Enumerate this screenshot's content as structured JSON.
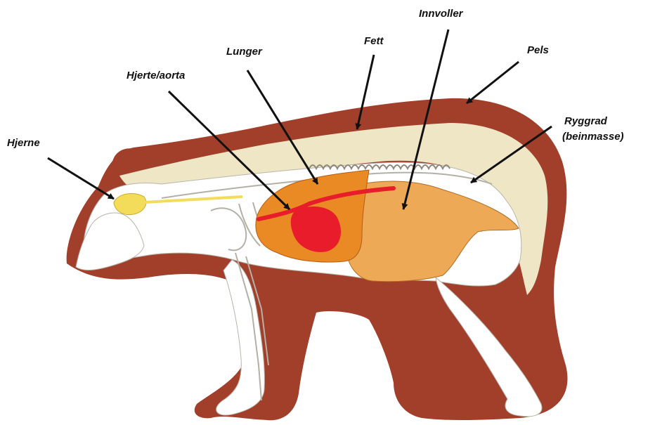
{
  "labels": {
    "hjerne": "Hjerne",
    "hjerte_aorta": "Hjerte/aorta",
    "lunger": "Lunger",
    "fett": "Fett",
    "innvoller": "Innvoller",
    "pels": "Pels",
    "ryggrad_line1": "Ryggrad",
    "ryggrad_line2": "(beinmasse)"
  },
  "colors": {
    "fur": "#a23f2b",
    "fat": "#efe6c6",
    "body": "#ffffff",
    "bone": "#d8d4cc",
    "brain": "#f3dc5a",
    "lungs": "#e98a24",
    "heart": "#e81c2a",
    "viscera": "#eda956",
    "arrow": "#111111"
  }
}
